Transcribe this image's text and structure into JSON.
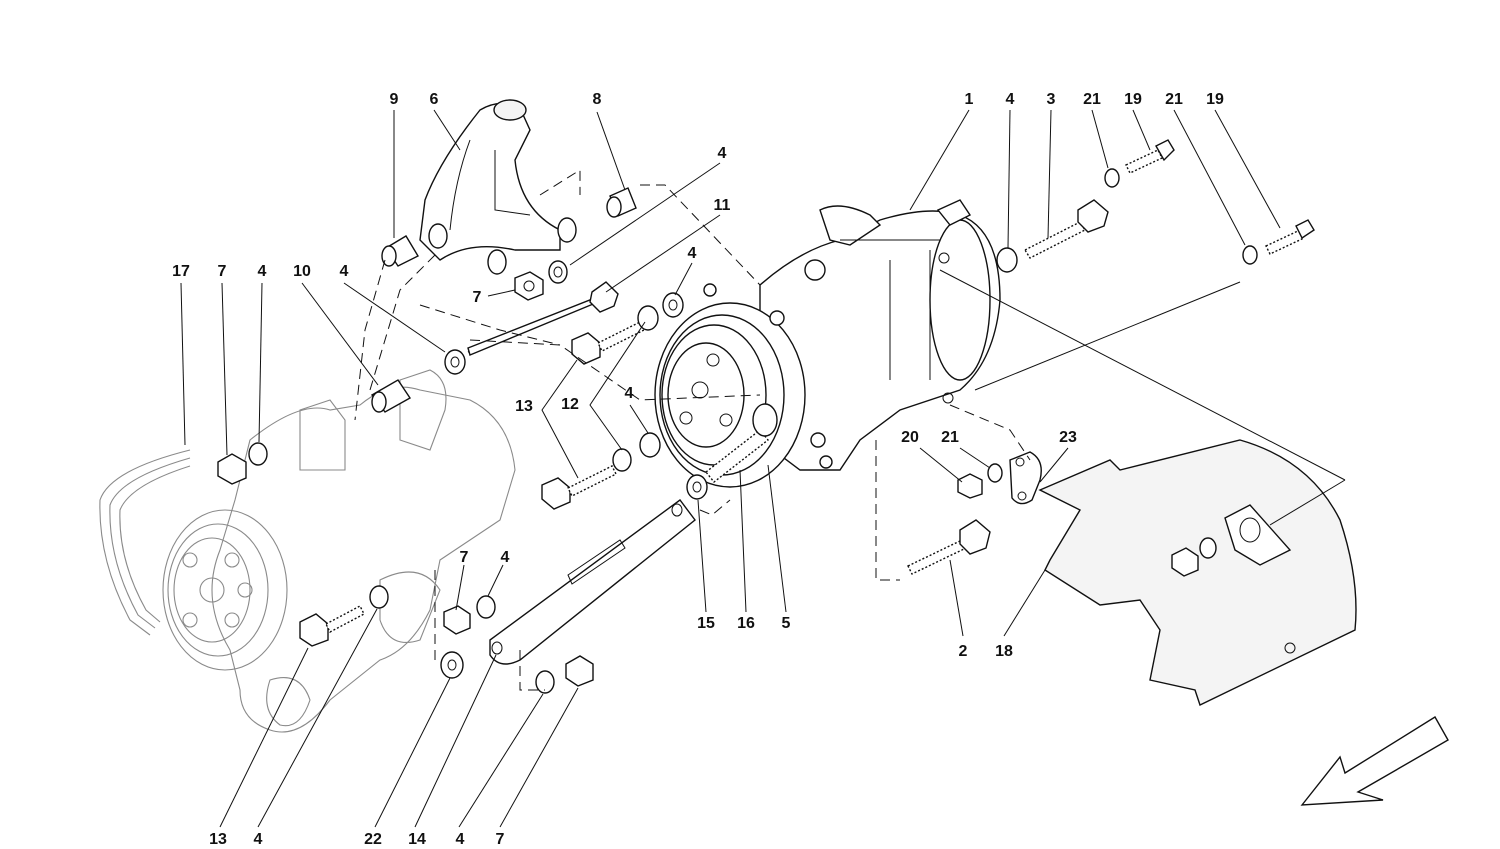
{
  "labels": [
    {
      "id": "l-9",
      "text": "9"
    },
    {
      "id": "l-6",
      "text": "6"
    },
    {
      "id": "l-8",
      "text": "8"
    },
    {
      "id": "l-4a",
      "text": "4"
    },
    {
      "id": "l-11",
      "text": "11"
    },
    {
      "id": "l-7a",
      "text": "7"
    },
    {
      "id": "l-17",
      "text": "17"
    },
    {
      "id": "l-7b",
      "text": "7"
    },
    {
      "id": "l-4b",
      "text": "4"
    },
    {
      "id": "l-10",
      "text": "10"
    },
    {
      "id": "l-4c",
      "text": "4"
    },
    {
      "id": "l-4d",
      "text": "4"
    },
    {
      "id": "l-13a",
      "text": "13"
    },
    {
      "id": "l-12",
      "text": "12"
    },
    {
      "id": "l-4e",
      "text": "4"
    },
    {
      "id": "l-7c",
      "text": "7"
    },
    {
      "id": "l-4f",
      "text": "4"
    },
    {
      "id": "l-15",
      "text": "15"
    },
    {
      "id": "l-16",
      "text": "16"
    },
    {
      "id": "l-5",
      "text": "5"
    },
    {
      "id": "l-13b",
      "text": "13"
    },
    {
      "id": "l-4g",
      "text": "4"
    },
    {
      "id": "l-22",
      "text": "22"
    },
    {
      "id": "l-14",
      "text": "14"
    },
    {
      "id": "l-4h",
      "text": "4"
    },
    {
      "id": "l-7d",
      "text": "7"
    },
    {
      "id": "l-1",
      "text": "1"
    },
    {
      "id": "l-4i",
      "text": "4"
    },
    {
      "id": "l-3",
      "text": "3"
    },
    {
      "id": "l-21a",
      "text": "21"
    },
    {
      "id": "l-19a",
      "text": "19"
    },
    {
      "id": "l-21b",
      "text": "21"
    },
    {
      "id": "l-19b",
      "text": "19"
    },
    {
      "id": "l-20",
      "text": "20"
    },
    {
      "id": "l-21c",
      "text": "21"
    },
    {
      "id": "l-23",
      "text": "23"
    },
    {
      "id": "l-2",
      "text": "2"
    },
    {
      "id": "l-18",
      "text": "18"
    }
  ]
}
